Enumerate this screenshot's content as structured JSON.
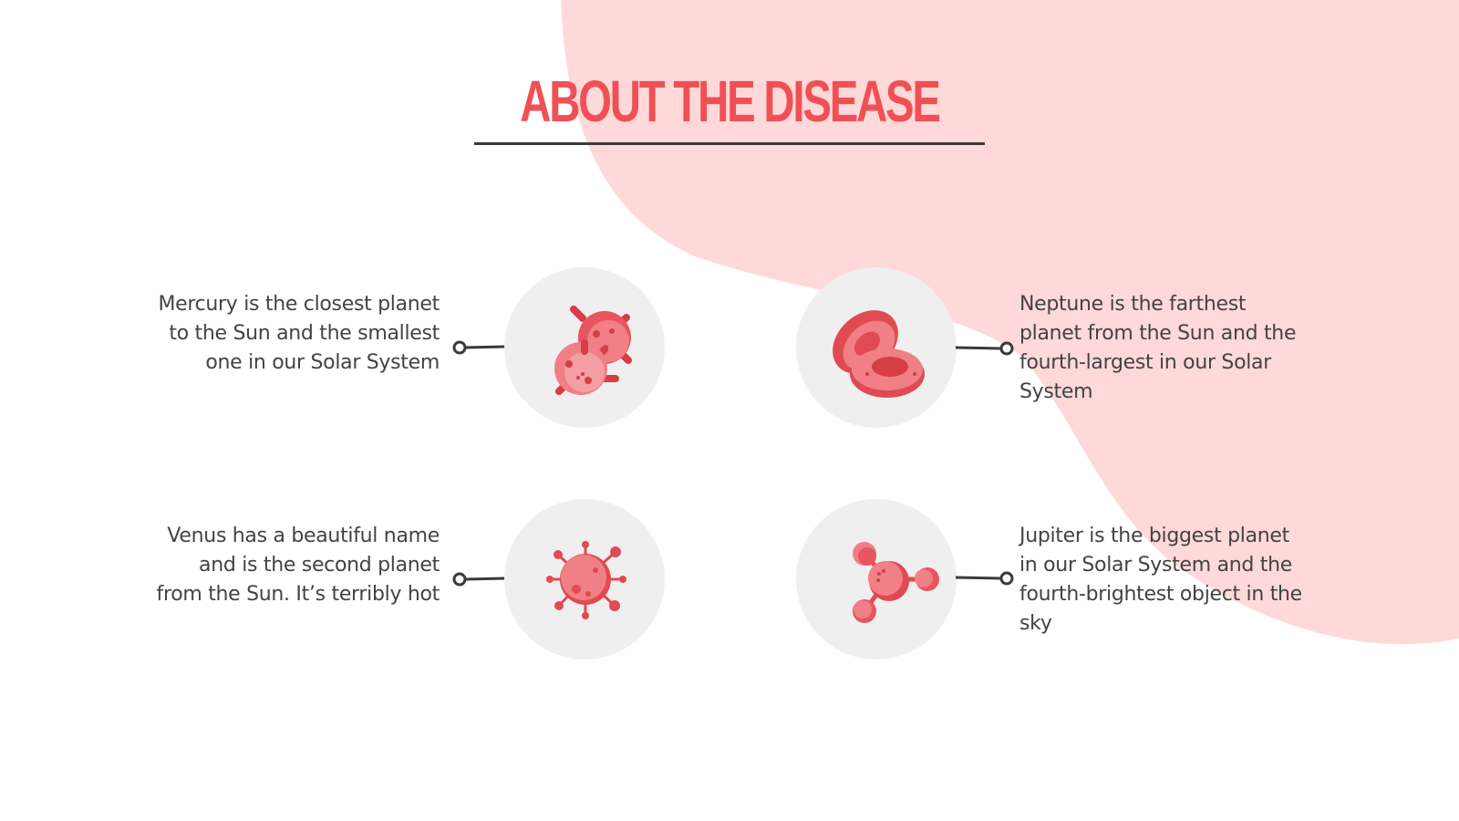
{
  "slide": {
    "title": "ABOUT THE DISEASE",
    "colors": {
      "accent": "#f05055",
      "blob": "#ffd9d9",
      "circle": "#efefef",
      "text": "#434343",
      "rule": "#3a3a3a"
    }
  },
  "items": [
    {
      "icon": "bacteria-cluster-icon",
      "text": "Mercury is the closest planet to the Sun and the smallest one in our Solar System"
    },
    {
      "icon": "red-blood-cells-icon",
      "text": "Neptune is the farthest planet from the Sun and the fourth-largest in our Solar System"
    },
    {
      "icon": "virus-icon",
      "text": "Venus has a beautiful name and is the second planet from the Sun. It’s terribly hot"
    },
    {
      "icon": "molecule-icon",
      "text": "Jupiter is the biggest planet in our Solar System and the fourth-brightest object in the sky"
    }
  ]
}
